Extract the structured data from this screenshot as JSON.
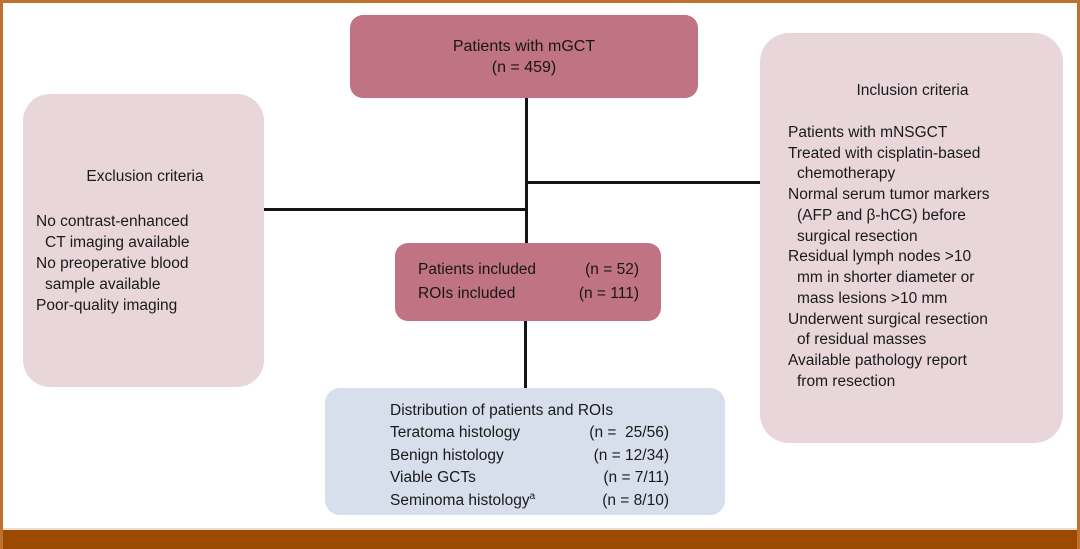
{
  "figure": {
    "type": "patient-flow-diagram",
    "palette": {
      "frame_border": "#bf722e",
      "footer_band": "#9c4a02",
      "dark_box_bg": "#c07382",
      "light_pink_box_bg": "#e8d6da",
      "blue_box_bg": "#d7deec",
      "connector_line": "#141414",
      "text": "#1a1a1a"
    }
  },
  "top_box": {
    "line1": "Patients with mGCT",
    "line2": "(n = 459)"
  },
  "exclusion_box": {
    "title": "Exclusion criteria",
    "lines": [
      {
        "text": "No contrast-enhanced"
      },
      {
        "text": "CT imaging available"
      },
      {
        "text": "No preoperative blood"
      },
      {
        "text": "sample available"
      },
      {
        "text": "Poor-quality imaging"
      }
    ]
  },
  "inclusion_box": {
    "title": "Inclusion criteria",
    "lines": [
      {
        "text": "Patients with mNSGCT"
      },
      {
        "text": "Treated with cisplatin-based"
      },
      {
        "text": "chemotherapy"
      },
      {
        "text": "Normal serum tumor markers"
      },
      {
        "text": "(AFP and β-hCG) before"
      },
      {
        "text": "surgical resection"
      },
      {
        "text": "Residual lymph nodes >10"
      },
      {
        "text": "mm in shorter diameter or"
      },
      {
        "text": "mass lesions >10 mm"
      },
      {
        "text": "Underwent surgical resection"
      },
      {
        "text": "of residual masses"
      },
      {
        "text": "Available pathology report"
      },
      {
        "text": "from resection"
      }
    ]
  },
  "included_box": {
    "rows": [
      {
        "label": "Patients included",
        "value": "(n = 52)"
      },
      {
        "label": "ROIs included",
        "value": "(n = 111)"
      }
    ]
  },
  "distribution_box": {
    "title": "Distribution of patients and ROIs",
    "rows": [
      {
        "label": "Teratoma histology",
        "sup": "",
        "value": "(n =  25/56)"
      },
      {
        "label": "Benign histology",
        "sup": "",
        "value": "(n = 12/34)"
      },
      {
        "label": "Viable GCTs",
        "sup": "",
        "value": "(n = 7/11)"
      },
      {
        "label": "Seminoma histology",
        "sup": "a",
        "value": "(n = 8/10)"
      }
    ]
  }
}
